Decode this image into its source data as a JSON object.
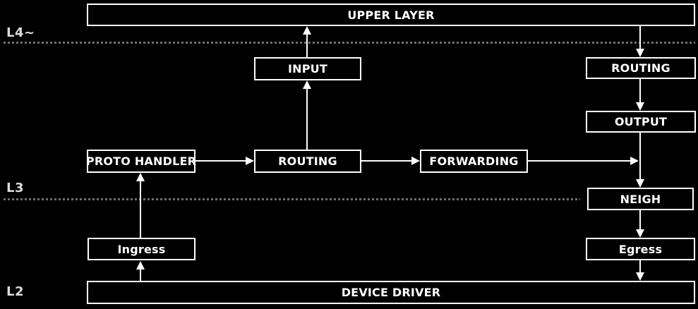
{
  "layers": [
    {
      "name": "L4~"
    },
    {
      "name": "L3"
    },
    {
      "name": "L2"
    }
  ],
  "nodes": {
    "upper_layer": "UPPER LAYER",
    "input": "INPUT",
    "routing_top": "ROUTING",
    "output": "OUTPUT",
    "proto_handler": "PROTO HANDLER",
    "routing_mid": "ROUTING",
    "forwarding": "FORWARDING",
    "neigh": "NEIGH",
    "ingress": "Ingress",
    "egress": "Egress",
    "device_driver": "DEVICE DRIVER"
  },
  "colors": {
    "background": "#000000",
    "box_border": "#ffffff",
    "box_text": "#ffffff",
    "layer_label": "#dcdcdc",
    "dotted_separator": "#6f6f6f",
    "arrow": "#ffffff"
  }
}
